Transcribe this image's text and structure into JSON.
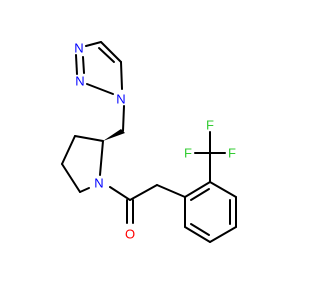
{
  "molecule": {
    "atoms": {
      "n_tz1": "N",
      "n_tz2": "N",
      "n_tz3": "N",
      "n_pyr": "N",
      "o": "O",
      "f1": "F",
      "f2": "F",
      "f3": "F"
    },
    "colors": {
      "bond": "#000000",
      "nitrogen": "#0000ff",
      "oxygen": "#ff0000",
      "fluorine": "#33cc33",
      "background": "#ffffff"
    }
  }
}
